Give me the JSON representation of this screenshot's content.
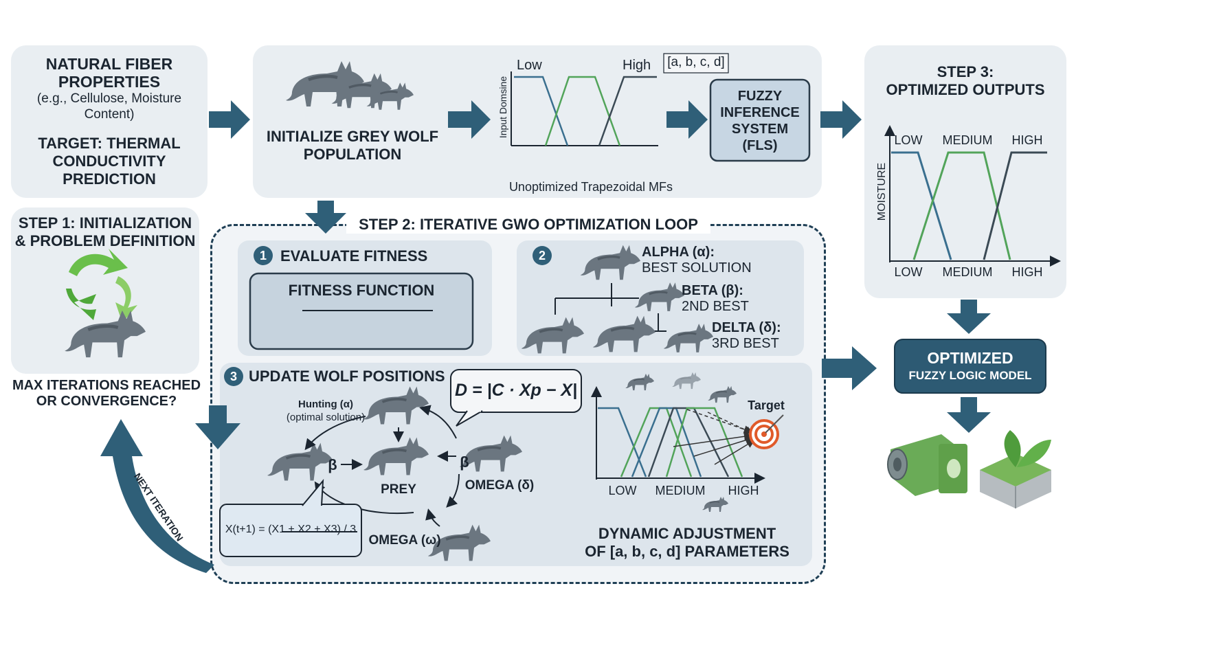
{
  "input_panel": {
    "line1": "NATURAL FIBER",
    "line2": "PROPERTIES",
    "line3": "(e.g., Cellulose, Moisture",
    "line4": "Content)",
    "target1": "TARGET: THERMAL",
    "target2": "CONDUCTIVITY",
    "target3": "PREDICTION"
  },
  "step1": {
    "title1": "STEP 1: INITIALIZATION",
    "title2": "& PROBLEM DEFINITION",
    "question1": "MAX ITERATIONS REACHED",
    "question2": "OR CONVERGENCE?"
  },
  "init_panel": {
    "label1": "INITIALIZE GREY WOLF",
    "label2": "POPULATION",
    "mf_low": "Low",
    "mf_high": "High",
    "mf_params": "[a, b, c, d]",
    "mf_axis": "Input Domsine",
    "mf_caption": "Unoptimized Trapezoidal MFs",
    "fis1": "FUZZY",
    "fis2": "INFERENCE",
    "fis3": "SYSTEM",
    "fis4": "(FLS)"
  },
  "step2": {
    "title": "STEP 2: ITERATIVE GWO OPTIMIZATION LOOP",
    "sub1_num": "1",
    "sub1_title": "EVALUATE FITNESS",
    "fitness": "FITNESS FUNCTION",
    "sub2_num": "2",
    "alpha1": "ALPHA (α):",
    "alpha2": "BEST SOLUTION",
    "beta1": "BETA (β):",
    "beta2": "2ND BEST",
    "delta1": "DELTA (δ):",
    "delta2": "3RD BEST",
    "sub3_num": "3",
    "sub3_title": "UPDATE WOLF POSITIONS",
    "hunting1": "Hunting (α)",
    "hunting2": "(optimal solution)",
    "beta_sym": "β",
    "prey": "PREY",
    "omega_delta": "OMEGA (δ)",
    "omega_omega": "OMEGA (ω)",
    "formula_d": "D = |C · Xp − X|",
    "formula_x": "X(t+1) = (X1 + X2 + X3) / 3",
    "target": "Target",
    "dyn_low": "LOW",
    "dyn_medium": "MEDIUM",
    "dyn_high": "HIGH",
    "dyn1": "DYNAMIC ADJUSTMENT",
    "dyn2": "OF [a, b, c, d] PARAMETERS"
  },
  "next_iteration": "NEXT ITERATION",
  "step3": {
    "title1": "STEP 3:",
    "title2": "OPTIMIZED OUTPUTS",
    "top_low": "LOW",
    "top_medium": "MEDIUM",
    "top_high": "HIGH",
    "axis": "MOISTURE",
    "bot_low": "LOW",
    "bot_medium": "MEDIUM",
    "bot_high": "HIGH"
  },
  "model": {
    "line1": "OPTIMIZED",
    "line2": "FUZZY LOGIC MODEL"
  },
  "colors": {
    "arrow": "#2f5f78",
    "blue_mf": "#3a6f8f",
    "green_mf": "#52a45a",
    "dark_mf": "#3b4a55"
  }
}
